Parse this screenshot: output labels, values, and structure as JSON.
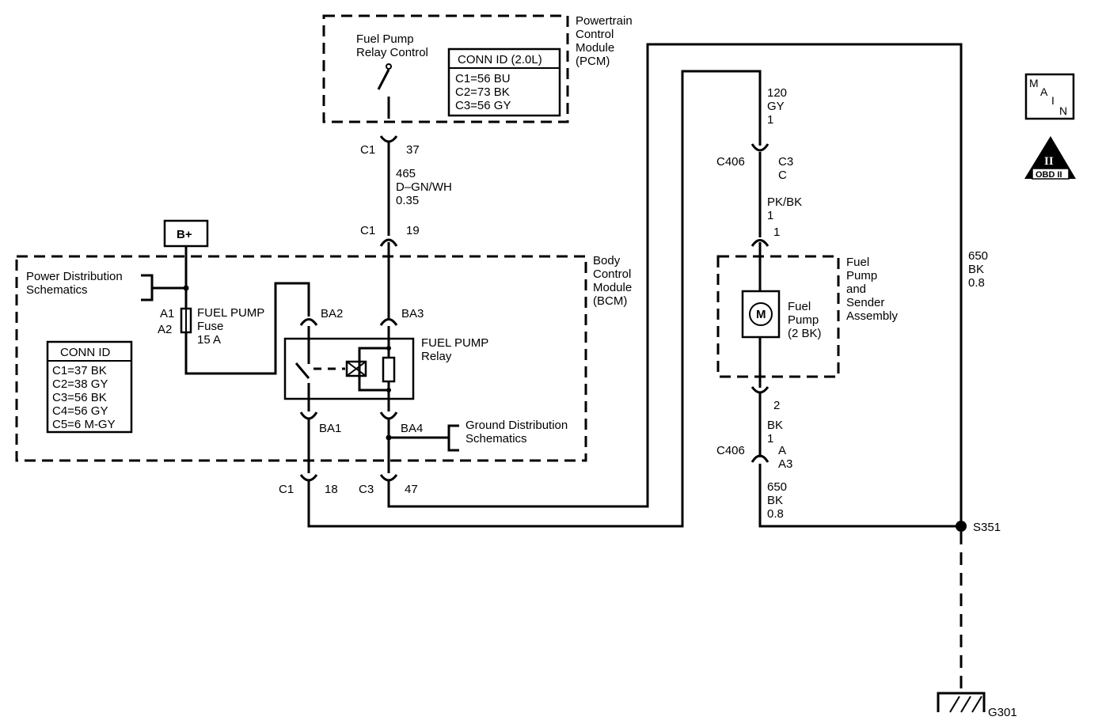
{
  "pcm": {
    "name": [
      "Powertrain",
      "Control",
      "Module",
      "(PCM)"
    ],
    "relay_control": [
      "Fuel Pump",
      "Relay Control"
    ],
    "conn_title": "CONN ID (2.0L)",
    "conn": [
      "C1=56 BU",
      "C2=73 BK",
      "C3=56 GY"
    ]
  },
  "bcm": {
    "name": [
      "Body",
      "Control",
      "Module",
      "(BCM)"
    ],
    "conn_title": "CONN ID",
    "conn": [
      "C1=37 BK",
      "C2=38 GY",
      "C3=56 BK",
      "C4=56 GY",
      "C5=6 M-GY"
    ],
    "power_dist": [
      "Power Distribution",
      "Schematics"
    ],
    "ground_dist": [
      "Ground Distribution",
      "Schematics"
    ],
    "fuse_pins": [
      "A1",
      "A2"
    ],
    "fuse_name": [
      "FUEL PUMP",
      "Fuse",
      "15 A"
    ],
    "relay_name": [
      "FUEL PUMP",
      "Relay"
    ],
    "terminals": {
      "ba1": "BA1",
      "ba2": "BA2",
      "ba3": "BA3",
      "ba4": "BA4"
    }
  },
  "battery": "B+",
  "connectors": {
    "pcm_c1": {
      "conn": "C1",
      "pin": "37"
    },
    "bcm_c1_in": {
      "conn": "C1",
      "pin": "19"
    },
    "bcm_c1_out": {
      "conn": "C1",
      "pin": "18"
    },
    "bcm_c3_out": {
      "conn": "C3",
      "pin": "47"
    },
    "c406_top": {
      "conn": "C406",
      "pin1": "C3",
      "pin2": "C"
    },
    "pump_top_pin": "1",
    "pump_bottom_pin": "2",
    "c406_bottom": {
      "conn": "C406",
      "pin1": "A",
      "pin2": "A3"
    }
  },
  "wires": {
    "w465": [
      "465",
      "D–GN/WH",
      "0.35"
    ],
    "w120": [
      "120",
      "GY",
      "1"
    ],
    "wpk": [
      "PK/BK",
      "1"
    ],
    "wbk": [
      "BK",
      "1"
    ],
    "w650a": [
      "650",
      "BK",
      "0.8"
    ],
    "w650b": [
      "650",
      "BK",
      "0.8"
    ]
  },
  "fuel_pump_assembly": {
    "name": [
      "Fuel",
      "Pump",
      "and",
      "Sender",
      "Assembly"
    ],
    "motor": "M",
    "pump_label": [
      "Fuel",
      "Pump",
      "(2 BK)"
    ]
  },
  "splice": "S351",
  "ground": "G301",
  "badges": {
    "main": [
      "M",
      "A",
      "I",
      "N"
    ],
    "obd_numeral": "II",
    "obd_text": "OBD II"
  }
}
